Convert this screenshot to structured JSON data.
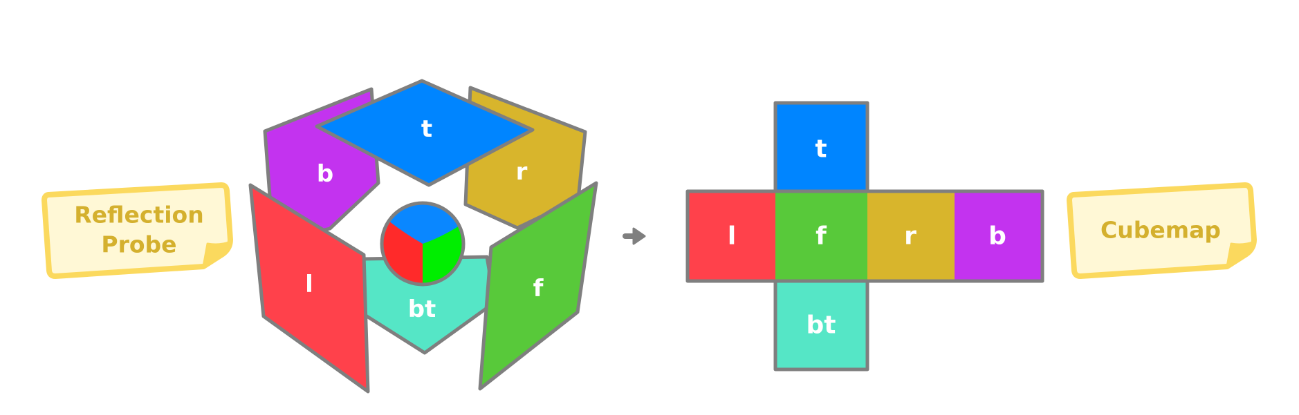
{
  "colors": {
    "top": "#0085ff",
    "back": "#c333ef",
    "right": "#d8b52c",
    "left": "#ff414b",
    "front": "#58c93a",
    "bottom": "#55e6c6",
    "outline": "#7f7f7f",
    "note_fill": "#fff8d6",
    "note_border": "#fbd95e",
    "note_text": "#d4b02e",
    "sphere_red": "#ff2a2a",
    "sphere_green": "#00ee00",
    "sphere_blue": "#0a87ff"
  },
  "notes": {
    "probe_line1": "Reflection",
    "probe_line2": "Probe",
    "cubemap": "Cubemap"
  },
  "probe_faces": {
    "back": "b",
    "top": "t",
    "right": "r",
    "left": "l",
    "bottom": "bt",
    "front": "f"
  },
  "cubemap_faces": {
    "top": "t",
    "left": "l",
    "front": "f",
    "right": "r",
    "back": "b",
    "bottom": "bt"
  },
  "arrow_icon": "arrow-right-icon"
}
